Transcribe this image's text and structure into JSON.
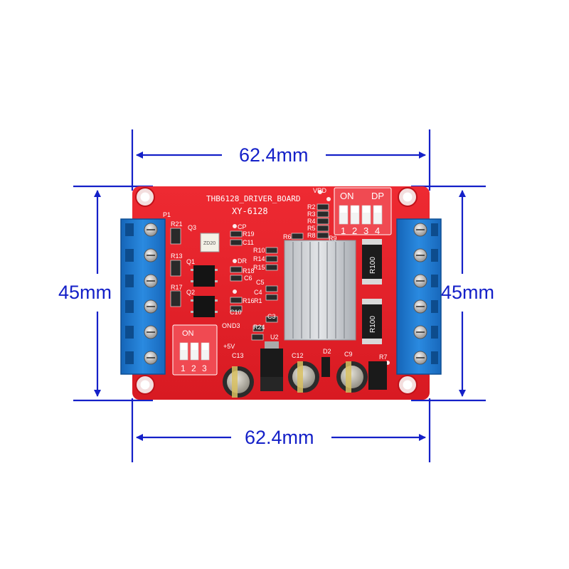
{
  "dimensions": {
    "width_top": "62.4mm",
    "width_bottom": "62.4mm",
    "height_left": "45mm",
    "height_right": "45mm"
  },
  "board": {
    "title": "THB6128_DRIVER_BOARD",
    "model": "XY-6128",
    "header_label": "P1",
    "vrd_label": "VRD",
    "power_label": "+5V",
    "on_label": "ON",
    "resistor_mark": "R100",
    "optocoupler_mark": "ZD20"
  },
  "dip_switch_large": {
    "on_label": "ON",
    "brand_label": "DP",
    "numbers": [
      "1",
      "2",
      "3",
      "4"
    ]
  },
  "dip_switch_small": {
    "on_label": "ON",
    "numbers": [
      "1",
      "2",
      "3"
    ]
  },
  "component_labels": [
    "R21",
    "Q3",
    "R19",
    "C11",
    "CP",
    "DR",
    "R13",
    "Q1",
    "Q2",
    "R17",
    "R18",
    "C6",
    "R10",
    "R14",
    "R15",
    "R16",
    "C4",
    "R1",
    "C5",
    "C10",
    "R2",
    "R3",
    "R4",
    "R5",
    "R6",
    "R8",
    "R9",
    "C3",
    "D3",
    "R24",
    "U2",
    "C13",
    "C12",
    "D2",
    "C9",
    "R7"
  ],
  "colors": {
    "pcb": "#e8202a",
    "terminal": "#1f7fd0",
    "dimension": "#1420c8",
    "heatsink": "#c9ccd0"
  }
}
